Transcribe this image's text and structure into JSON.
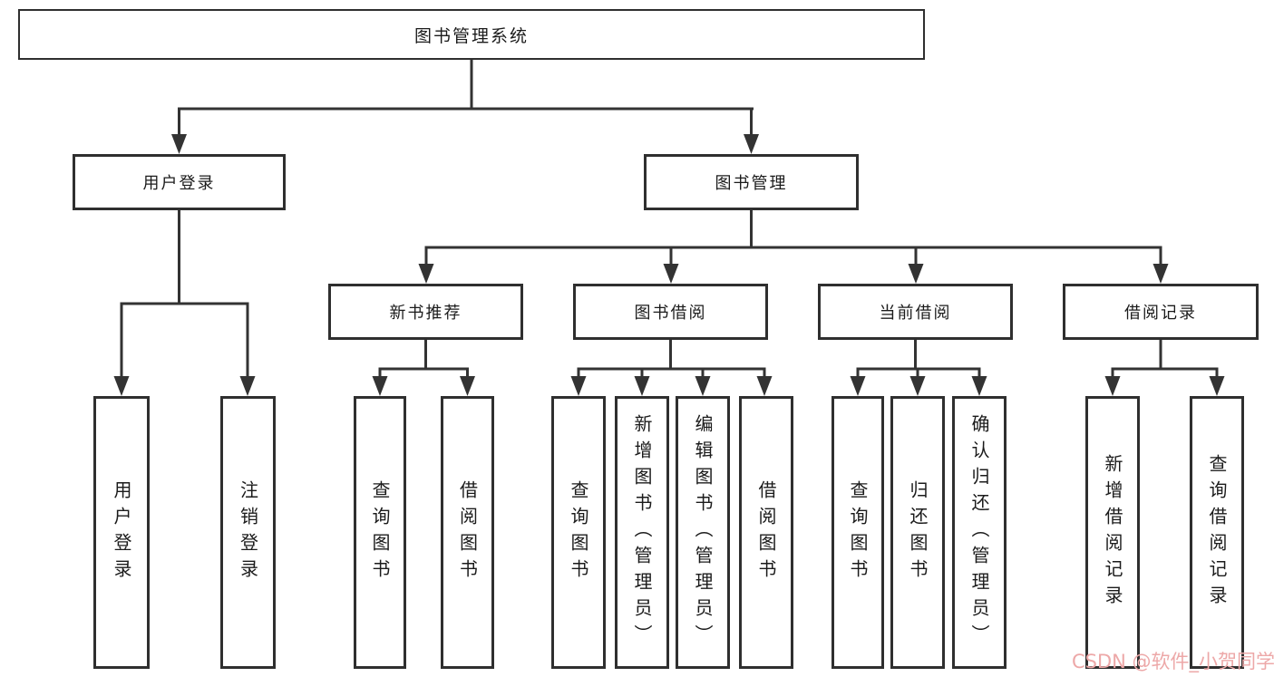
{
  "tree": {
    "label": "图书管理系统",
    "children": [
      {
        "label": "用户登录",
        "children": [
          {
            "label": "用户登录"
          },
          {
            "label": "注销登录"
          }
        ]
      },
      {
        "label": "图书管理",
        "children": [
          {
            "label": "新书推荐",
            "children": [
              {
                "label": "查询图书"
              },
              {
                "label": "借阅图书"
              }
            ]
          },
          {
            "label": "图书借阅",
            "children": [
              {
                "label": "查询图书"
              },
              {
                "label": "新增图书（管理员）"
              },
              {
                "label": "编辑图书（管理员）"
              },
              {
                "label": "借阅图书"
              }
            ]
          },
          {
            "label": "当前借阅",
            "children": [
              {
                "label": "查询图书"
              },
              {
                "label": "归还图书"
              },
              {
                "label": "确认归还（管理员）"
              }
            ]
          },
          {
            "label": "借阅记录",
            "children": [
              {
                "label": "新增借阅记录"
              },
              {
                "label": "查询借阅记录"
              }
            ]
          }
        ]
      }
    ]
  },
  "watermark": {
    "text": "CSDN @软件_小贺同学"
  },
  "colors": {
    "line": "#333333",
    "box_border": "#2f2f2f",
    "box_fill": "#ffffff",
    "text": "#1b1b1b",
    "watermark": "#eda8a8"
  }
}
